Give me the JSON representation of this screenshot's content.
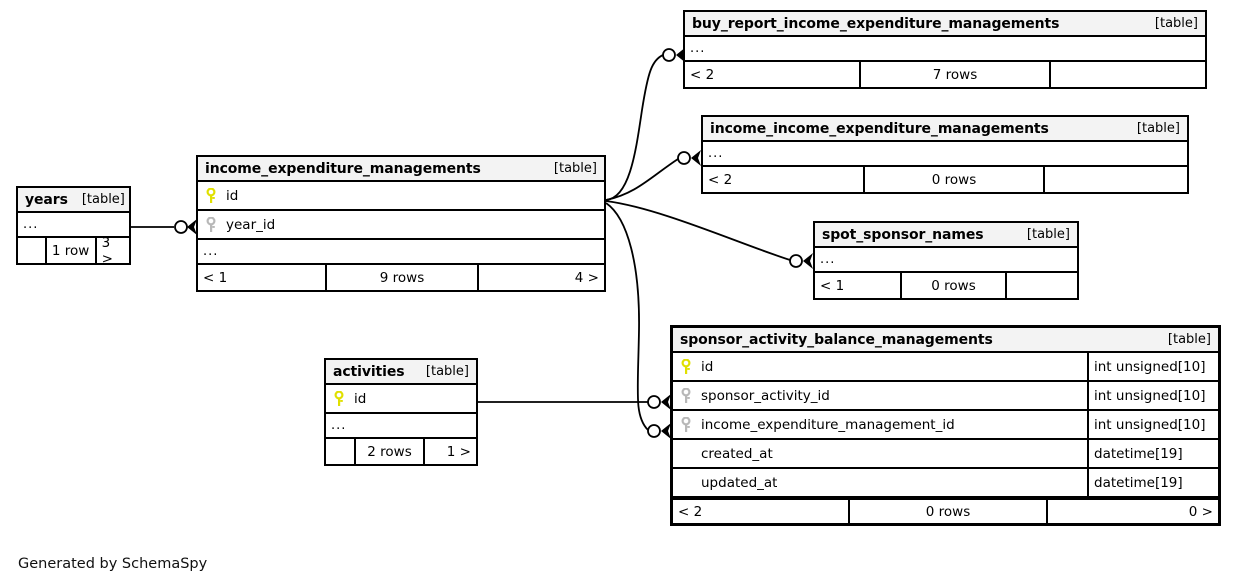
{
  "diagram": {
    "generator_credit": "Generated by SchemaSpy",
    "table_kind_label": "[table]",
    "ellipsis": "...",
    "colors": {
      "primary_key": "#e8e800",
      "foreign_key": "#b3b3b3",
      "border": "#000000",
      "header_background": "#f3f3f3",
      "page_background": "#ffffff"
    }
  },
  "tables": {
    "years": {
      "name": "years",
      "kind": "[table]",
      "ellipsis": "...",
      "footer": {
        "left": "",
        "center": "1 row",
        "right": "3 >"
      }
    },
    "income_expenditure_managements": {
      "name": "income_expenditure_managements",
      "kind": "[table]",
      "ellipsis": "...",
      "columns": [
        {
          "key": "primary-key",
          "label": "id",
          "type": ""
        },
        {
          "key": "foreign-key",
          "label": "year_id",
          "type": ""
        }
      ],
      "footer": {
        "left": "< 1",
        "center": "9 rows",
        "right": "4 >"
      }
    },
    "buy_report_income_expenditure_managements": {
      "name": "buy_report_income_expenditure_managements",
      "kind": "[table]",
      "ellipsis": "...",
      "footer": {
        "left": "< 2",
        "center": "7 rows",
        "right": ""
      }
    },
    "income_income_expenditure_managements": {
      "name": "income_income_expenditure_managements",
      "kind": "[table]",
      "ellipsis": "...",
      "footer": {
        "left": "< 2",
        "center": "0 rows",
        "right": ""
      }
    },
    "spot_sponsor_names": {
      "name": "spot_sponsor_names",
      "kind": "[table]",
      "ellipsis": "...",
      "footer": {
        "left": "< 1",
        "center": "0 rows",
        "right": ""
      }
    },
    "activities": {
      "name": "activities",
      "kind": "[table]",
      "ellipsis": "...",
      "columns": [
        {
          "key": "primary-key",
          "label": "id",
          "type": ""
        }
      ],
      "footer": {
        "left": "",
        "center": "2 rows",
        "right": "1 >"
      }
    },
    "sponsor_activity_balance_managements": {
      "name": "sponsor_activity_balance_managements",
      "kind": "[table]",
      "focus": true,
      "columns": [
        {
          "key": "primary-key",
          "label": "id",
          "type": "int unsigned[10]"
        },
        {
          "key": "foreign-key",
          "label": "sponsor_activity_id",
          "type": "int unsigned[10]"
        },
        {
          "key": "foreign-key",
          "label": "income_expenditure_management_id",
          "type": "int unsigned[10]"
        },
        {
          "key": "none",
          "label": "created_at",
          "type": "datetime[19]"
        },
        {
          "key": "none",
          "label": "updated_at",
          "type": "datetime[19]"
        }
      ],
      "footer": {
        "left": "< 2",
        "center": "0 rows",
        "right": "0 >"
      }
    }
  }
}
